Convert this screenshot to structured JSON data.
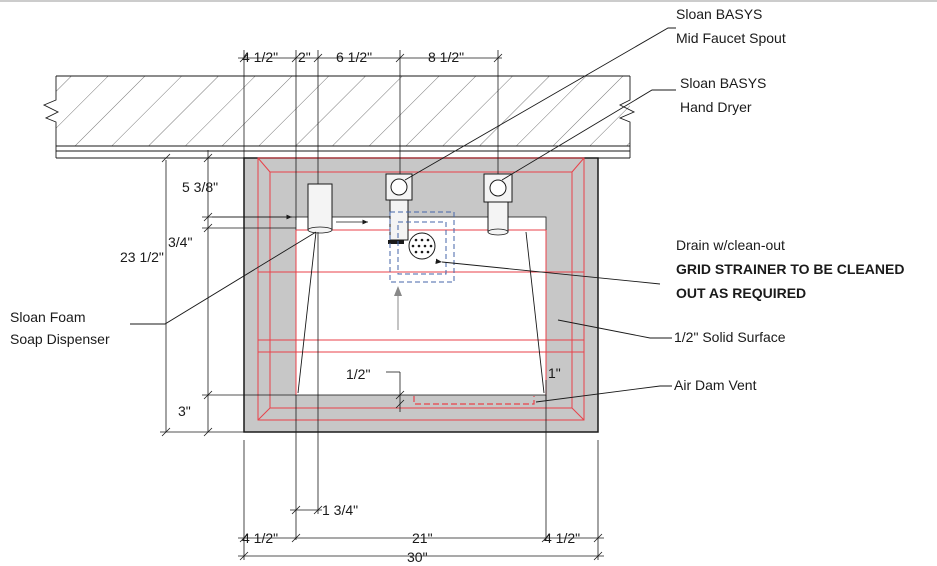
{
  "dimensions": {
    "top": [
      "4 1/2\"",
      "2\"",
      "6 1/2\"",
      "8 1/2\""
    ],
    "left_5_3_8": "5 3/8\"",
    "left_3_4": "3/4\"",
    "left_23_1_2": "23 1/2\"",
    "left_3": "3\"",
    "inner_1_2": "1/2\"",
    "inner_1": "1\"",
    "bottom_1_3_4": "1 3/4\"",
    "bottom_4_1_2_left": "4 1/2\"",
    "bottom_21": "21\"",
    "bottom_4_1_2_right": "4 1/2\"",
    "bottom_30": "30\""
  },
  "callouts": {
    "faucet": [
      "Sloan BASYS",
      "Mid Faucet Spout"
    ],
    "dryer": [
      "Sloan BASYS",
      "Hand Dryer"
    ],
    "drain": "Drain w/clean-out",
    "strainer": [
      "GRID STRAINER TO BE CLEANED",
      "OUT AS REQUIRED"
    ],
    "soap": [
      "Sloan Foam",
      "Soap Dispenser"
    ],
    "surface": "1/2\" Solid Surface",
    "air_dam": "Air Dam Vent"
  }
}
